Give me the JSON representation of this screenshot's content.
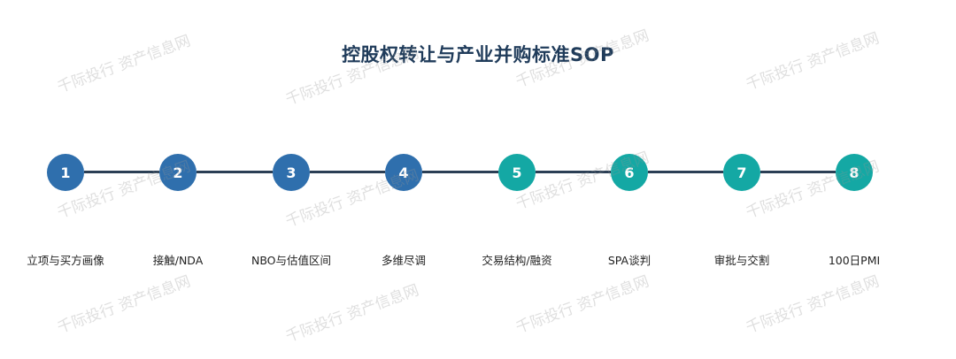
{
  "title": "控股权转让与产业并购标准SOP",
  "watermark": "千际投行 资产信息网",
  "colors": {
    "blue": "#2f6fad",
    "teal": "#14a8a4",
    "line": "#2b3f55",
    "title": "#1f3b5a"
  },
  "steps": [
    {
      "number": "1",
      "label": "立项与买方画像",
      "color": "blue"
    },
    {
      "number": "2",
      "label": "接触/NDA",
      "color": "blue"
    },
    {
      "number": "3",
      "label": "NBO与估值区间",
      "color": "blue"
    },
    {
      "number": "4",
      "label": "多维尽调",
      "color": "blue"
    },
    {
      "number": "5",
      "label": "交易结构/融资",
      "color": "teal"
    },
    {
      "number": "6",
      "label": "SPA谈判",
      "color": "teal"
    },
    {
      "number": "7",
      "label": "审批与交割",
      "color": "teal"
    },
    {
      "number": "8",
      "label": "100日PMI",
      "color": "teal"
    }
  ]
}
